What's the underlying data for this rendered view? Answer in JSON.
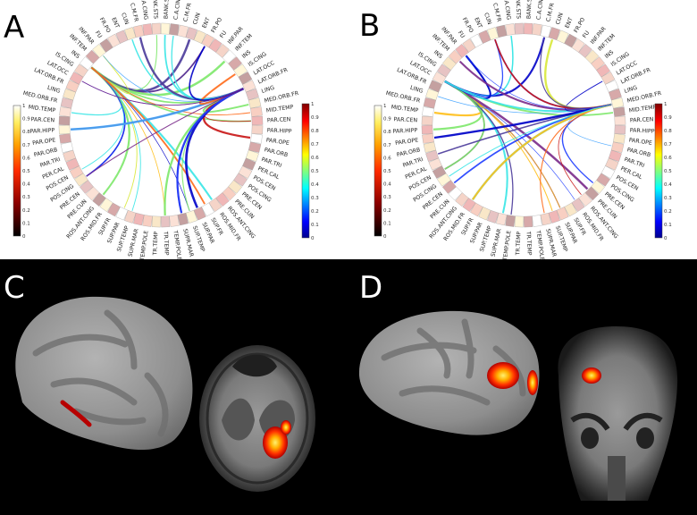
{
  "panels": {
    "A": "A",
    "B": "B",
    "C": "C",
    "D": "D"
  },
  "ring_labels": [
    "BANK.STS",
    "C.A.CING",
    "C.M.FR",
    "CUN",
    "ENT",
    "FR.PO",
    "FU",
    "INF.PAR",
    "INF.TEM",
    "INS",
    "IS.CING",
    "LAT.OCC",
    "LAT.ORB.FR",
    "LING",
    "MED.ORB.FR",
    "MID.TEMP",
    "PAR.CEN",
    "PAR.HIPP",
    "PAR.OPE",
    "PAR.ORB",
    "PAR.TRI",
    "PER.CAL",
    "POS.CEN",
    "POS.CING",
    "PRE.CEN",
    "PRE.CUN",
    "ROS.ANT.CING",
    "ROS.MID.FR",
    "SUP.FR",
    "SUP.PAR",
    "SUP.TEMP",
    "SUPR.MAR",
    "TEMP.POLE",
    "TR.TEMP"
  ],
  "colorbar_left": {
    "ticks": [
      "0",
      "0.1",
      "0.2",
      "0.3",
      "0.4",
      "0.5",
      "0.6",
      "0.7",
      "0.8",
      "0.9",
      "1"
    ],
    "colors": [
      "#000000",
      "#3a0000",
      "#7a0000",
      "#b80000",
      "#e21b00",
      "#f75a00",
      "#ff9500",
      "#ffc400",
      "#ffe75a",
      "#fff6b0",
      "#ffffff"
    ]
  },
  "colorbar_right": {
    "ticks": [
      "0",
      "0.1",
      "0.2",
      "0.3",
      "0.4",
      "0.5",
      "0.6",
      "0.7",
      "0.8",
      "0.9",
      "1"
    ],
    "colors": [
      "#00008f",
      "#0000ff",
      "#0060ff",
      "#00bfff",
      "#3fffbf",
      "#a0ff60",
      "#ffff00",
      "#ffa000",
      "#ff4000",
      "#d00000",
      "#800000"
    ]
  },
  "brain_panels": {
    "C_background": "#000000",
    "D_background": "#000000",
    "activation_colors": [
      "#b40000",
      "#ff3000",
      "#ff9a00",
      "#fff060"
    ]
  }
}
